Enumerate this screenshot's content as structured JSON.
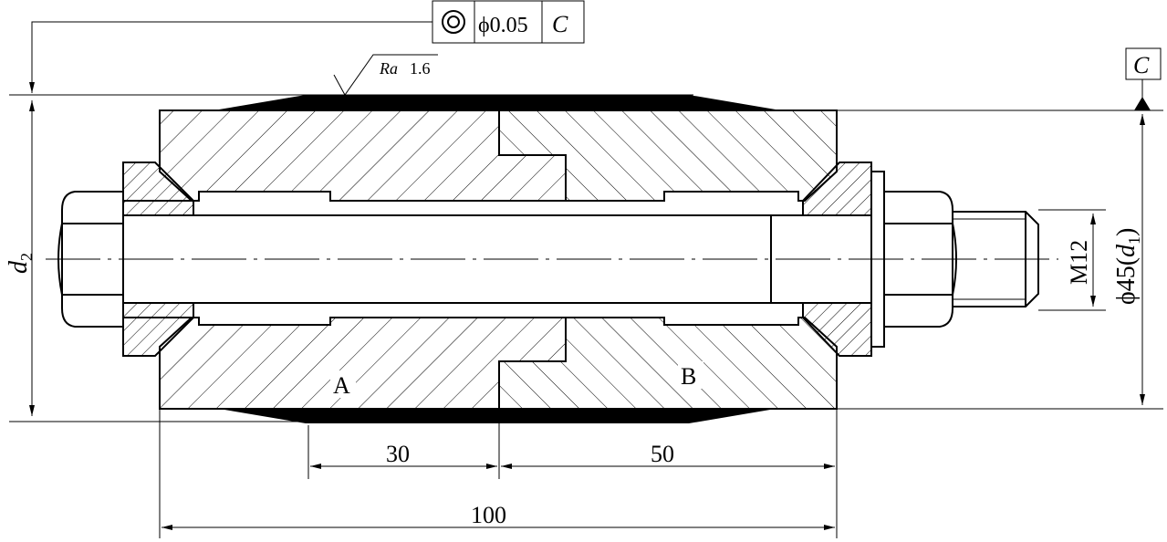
{
  "tolerance_frame": {
    "symbol_icon": "concentricity-icon",
    "value": "ϕ0.05",
    "datum": "C"
  },
  "datum_marker": {
    "label": "C"
  },
  "roughness": {
    "prefix": "Ra",
    "value": "1.6"
  },
  "labels": {
    "d2_main": "d",
    "d2_sub": "2",
    "thread": "M12",
    "diam_prefix": "ϕ45(",
    "diam_main": "d",
    "diam_sub": "1",
    "diam_suffix": ")",
    "part_a": "A",
    "part_b": "B"
  },
  "dimensions": {
    "left_segment": "30",
    "right_segment": "50",
    "overall_length": "100"
  }
}
